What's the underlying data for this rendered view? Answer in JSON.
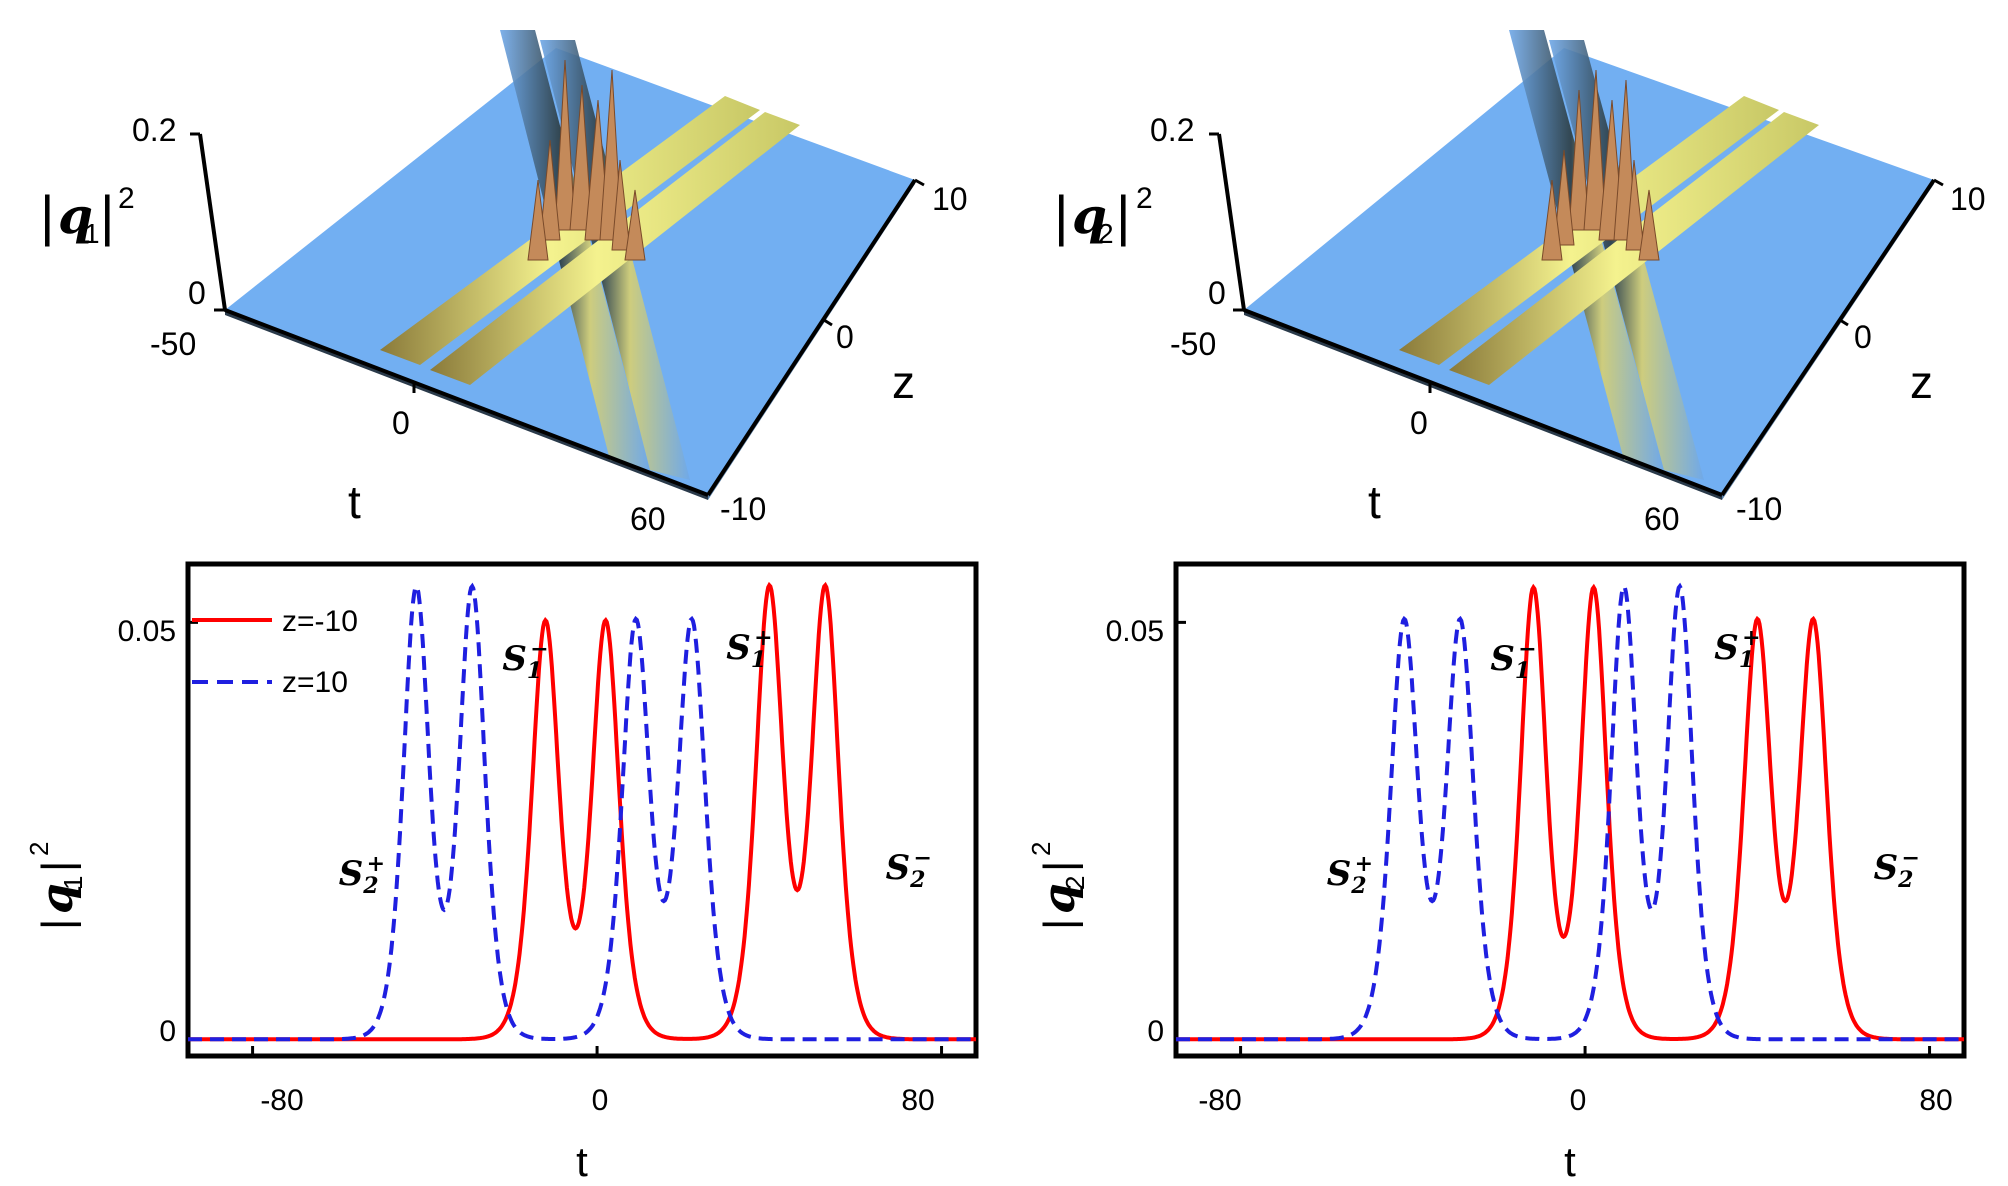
{
  "surfaces": [
    {
      "zlabel_base": "q",
      "zlabel_sub": "1",
      "zlabel_sup": "2",
      "z_ticks": [
        "0.2",
        "0"
      ],
      "t_ticks": [
        "-50",
        "0",
        "60"
      ],
      "t_label": "t",
      "zz_ticks": [
        "10",
        "0",
        "-10"
      ],
      "zz_label": "z"
    },
    {
      "zlabel_base": "q",
      "zlabel_sub": "2",
      "zlabel_sup": "2",
      "z_ticks": [
        "0.2",
        "0"
      ],
      "t_ticks": [
        "-50",
        "0",
        "60"
      ],
      "t_label": "t",
      "zz_ticks": [
        "10",
        "0",
        "-10"
      ],
      "zz_label": "z"
    }
  ],
  "legend": {
    "red": "z=-10",
    "blue": "z=10"
  },
  "colors": {
    "red": "#ff0000",
    "blue": "#1f1fe0",
    "surface": "#70aef0",
    "ridge": "#f0f08c"
  },
  "chart_data": [
    {
      "type": "line",
      "ylabel_base": "q",
      "ylabel_sub": "1",
      "ylabel_sup": "2",
      "xlabel": "t",
      "xlim": [
        -95,
        88
      ],
      "ylim": [
        -0.002,
        0.057
      ],
      "x_ticks": [
        "-80",
        "0",
        "80"
      ],
      "y_ticks": [
        "0.05",
        "0"
      ],
      "series": [
        {
          "name": "z=-10",
          "style": "solid",
          "peaks": [
            [
              -12,
              0.05,
              4.2
            ],
            [
              2,
              0.05,
              4.2
            ],
            [
              40,
              0.054,
              4.2
            ],
            [
              53,
              0.054,
              4.2
            ]
          ]
        },
        {
          "name": "z=10",
          "style": "dashed",
          "peaks": [
            [
              -42,
              0.054,
              4.0
            ],
            [
              -29,
              0.054,
              4.0
            ],
            [
              9,
              0.05,
              4.2
            ],
            [
              22,
              0.05,
              4.2
            ]
          ]
        }
      ],
      "annotations": [
        {
          "label": "S",
          "sub": "2",
          "sup": "+",
          "x": -60,
          "y": 0.0185
        },
        {
          "label": "S",
          "sub": "1",
          "sup": "−",
          "x": -22,
          "y": 0.0443
        },
        {
          "label": "S",
          "sub": "1",
          "sup": "+",
          "x": 30,
          "y": 0.0456
        },
        {
          "label": "S",
          "sub": "2",
          "sup": "−",
          "x": 67,
          "y": 0.0192
        }
      ]
    },
    {
      "type": "line",
      "ylabel_base": "q",
      "ylabel_sub": "2",
      "ylabel_sup": "2",
      "xlabel": "t",
      "xlim": [
        -95,
        88
      ],
      "ylim": [
        -0.002,
        0.057
      ],
      "x_ticks": [
        "-80",
        "0",
        "80"
      ],
      "y_ticks": [
        "0.05",
        "0"
      ],
      "series": [
        {
          "name": "z=-10",
          "style": "solid",
          "peaks": [
            [
              -12,
              0.054,
              4.0
            ],
            [
              2,
              0.054,
              4.0
            ],
            [
              40,
              0.05,
              4.2
            ],
            [
              53,
              0.05,
              4.2
            ]
          ]
        },
        {
          "name": "z=10",
          "style": "dashed",
          "peaks": [
            [
              -42,
              0.05,
              4.2
            ],
            [
              -29,
              0.05,
              4.2
            ],
            [
              9,
              0.054,
              4.0
            ],
            [
              22,
              0.054,
              4.0
            ]
          ]
        }
      ],
      "annotations": [
        {
          "label": "S",
          "sub": "2",
          "sup": "+",
          "x": -60,
          "y": 0.0185
        },
        {
          "label": "S",
          "sub": "1",
          "sup": "−",
          "x": -22,
          "y": 0.0443
        },
        {
          "label": "S",
          "sub": "1",
          "sup": "+",
          "x": 30,
          "y": 0.0456
        },
        {
          "label": "S",
          "sub": "2",
          "sup": "−",
          "x": 67,
          "y": 0.0192
        }
      ]
    }
  ]
}
